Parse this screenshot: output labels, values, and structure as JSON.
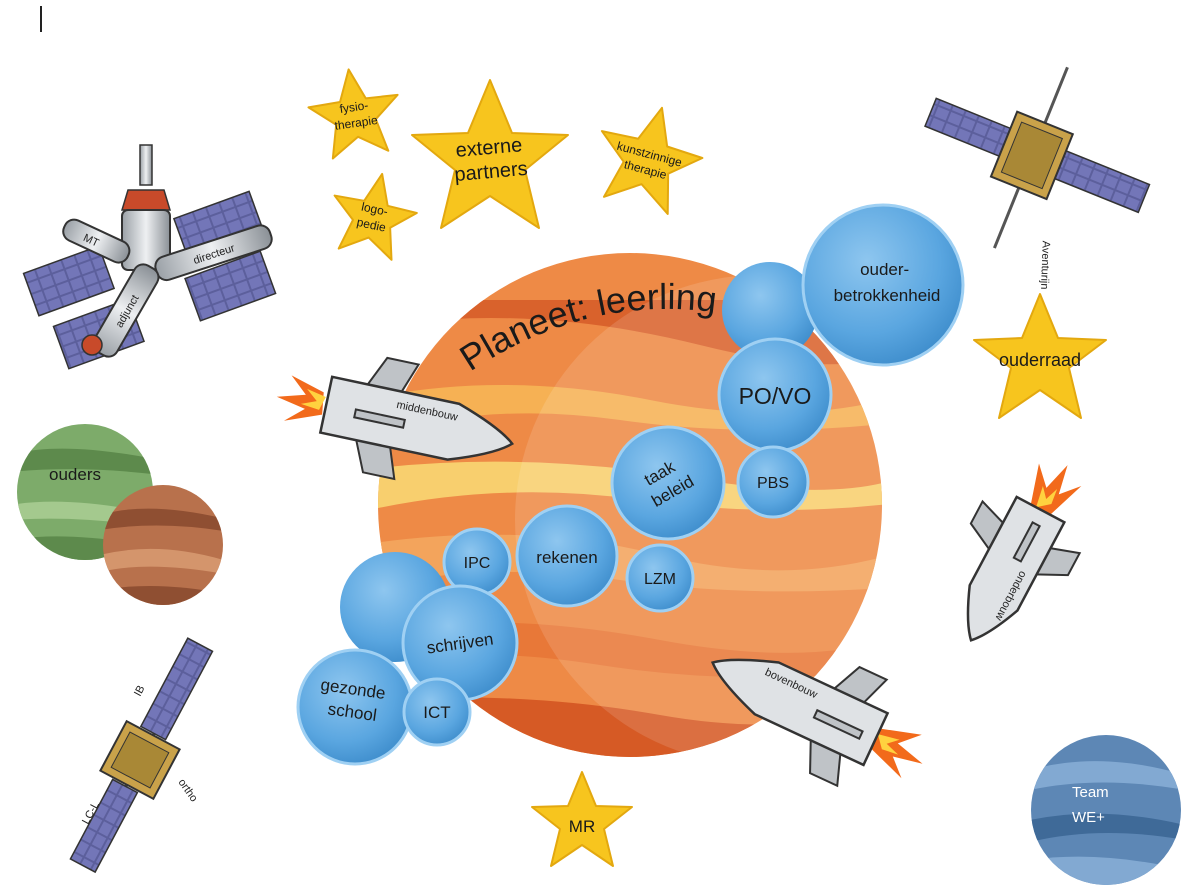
{
  "planet": {
    "title": "Planeet: leerling"
  },
  "bubbles": {
    "ouder": {
      "line1": "ouder-",
      "line2": "betrokkenheid"
    },
    "povo": "PO/VO",
    "pbs": "PBS",
    "taak": {
      "line1": "taak",
      "line2": "beleid"
    },
    "lzm": "LZM",
    "rekenen": "rekenen",
    "ipc": "IPC",
    "schrijven": "schrijven",
    "gezonde": {
      "line1": "gezonde",
      "line2": "school"
    },
    "ict": "ICT"
  },
  "stars": {
    "fysio": {
      "line1": "fysio-",
      "line2": "therapie"
    },
    "externe": {
      "line1": "externe",
      "line2": "partners"
    },
    "kunst": {
      "line1": "kunstzinnige",
      "line2": "therapie"
    },
    "logo": {
      "line1": "logo-",
      "line2": "pedie"
    },
    "ouderraad": "ouderraad",
    "mr": "MR"
  },
  "rockets": {
    "middenbouw": "middenbouw",
    "onderbouw": "onderbouw",
    "bovenbouw": "bovenbouw"
  },
  "space_station": {
    "mt": "MT",
    "directeur": "directeur",
    "adjunct": "adjunct"
  },
  "satellites": {
    "top_right": "Aventurijn",
    "bottom_left": {
      "ib": "IB",
      "lc": "LC-L",
      "ortho": "ortho"
    }
  },
  "planets": {
    "ouders": "ouders",
    "team": {
      "line1": "Team",
      "line2": "WE+"
    }
  },
  "colors": {
    "star": "#f7c51e",
    "bubble": "#5aa6e0",
    "planet_orange": "#ee8a46",
    "planet_green": "#7dab6a",
    "planet_brown": "#b8714c",
    "planet_blue": "#5d87b5"
  }
}
